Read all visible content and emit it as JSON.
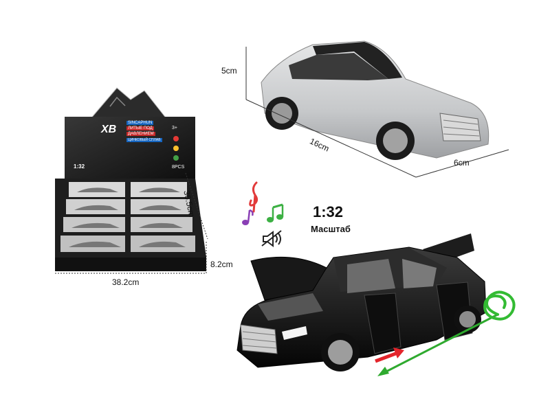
{
  "box": {
    "brand_logo": "XB",
    "brand_name": "SINCAPHUN",
    "product_line_1": "ЛИТЫЕ ПОД",
    "product_line_2": "ДАВЛЕНИЕМ",
    "product_line_3": "ЦИНКОВЫЙ СПЛАВ",
    "age": "3+",
    "scale": "1:32",
    "count": "8PCS"
  },
  "dimensions": {
    "car_height": "5cm",
    "car_length": "16cm",
    "car_width": "6cm",
    "box_depth": "36.5cm",
    "box_height": "8.2cm",
    "box_width": "38.2cm"
  },
  "scale_label": {
    "value": "1:32",
    "word": "Масштаб"
  },
  "colors": {
    "silver_car": "#c9cbcd",
    "black_car": "#141414",
    "red_arrow": "#e3242b",
    "green_arrow": "#2faa2f",
    "spiral": "#33bb33",
    "note_red": "#e23a3a",
    "note_purple": "#8a3fb5",
    "note_green": "#3cb043"
  }
}
